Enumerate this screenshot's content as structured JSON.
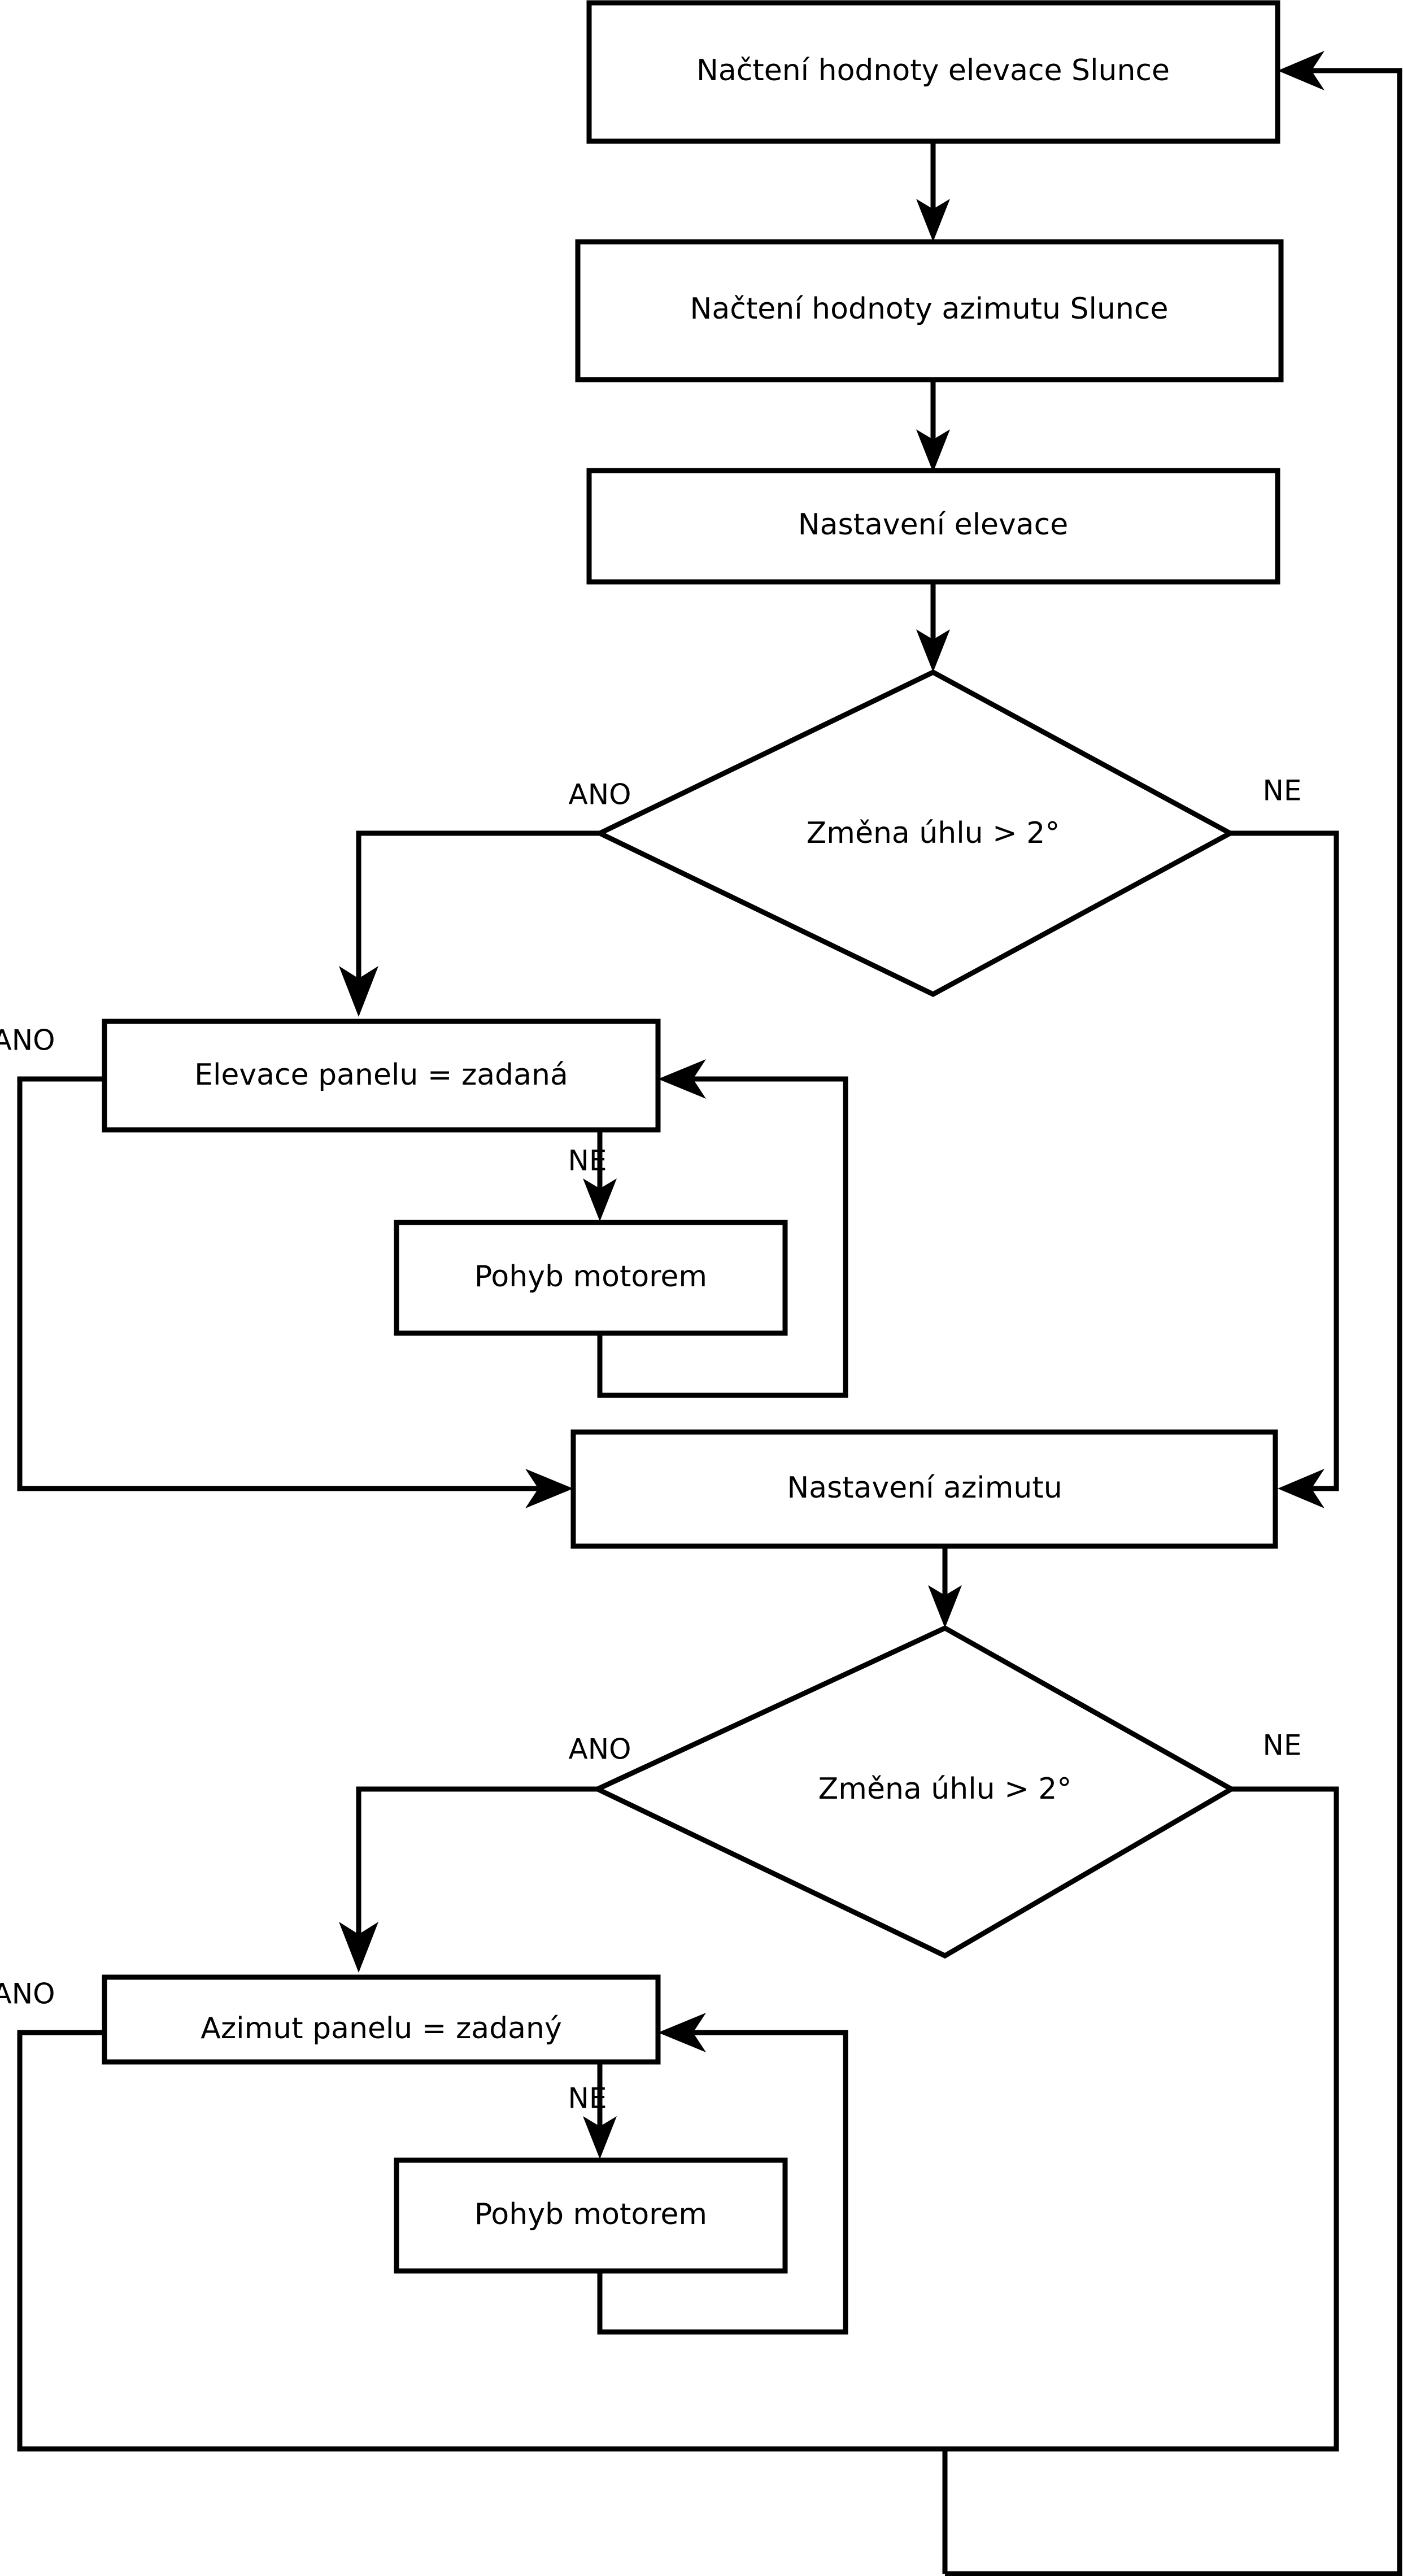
{
  "diagram": {
    "title": "Vyvojovy diagram rizeni solarniho trackeru",
    "language": "cs",
    "background_color": "#ffffff",
    "line_color": "#000000",
    "fill_color": "#ffffff",
    "nodes": {
      "read_elevation": {
        "label": "Načtení hodnoty elevace Slunce",
        "shape": "process"
      },
      "read_azimuth": {
        "label": "Načtení hodnoty azimutu Slunce",
        "shape": "process"
      },
      "set_elevation": {
        "label": "Nastavení elevace",
        "shape": "process"
      },
      "decision_elevation": {
        "label": "Změna úhlu > 2°",
        "shape": "decision"
      },
      "panel_elevation_check": {
        "label": "Elevace panelu = zadaná",
        "shape": "process"
      },
      "motor_move_elevation": {
        "label": "Pohyb motorem",
        "shape": "process"
      },
      "set_azimuth": {
        "label": "Nastavení azimutu",
        "shape": "process"
      },
      "decision_azimuth": {
        "label": "Změna úhlu > 2°",
        "shape": "decision"
      },
      "panel_azimuth_check": {
        "label": "Azimut panelu = zadaný",
        "shape": "process"
      },
      "motor_move_azimuth": {
        "label": "Pohyb motorem",
        "shape": "process"
      }
    },
    "edge_labels": {
      "elev_decision_yes": "ANO",
      "elev_decision_no": "NE",
      "elev_panel_yes": "ANO",
      "elev_panel_no": "NE",
      "azim_decision_yes": "ANO",
      "azim_decision_no": "NE",
      "azim_panel_yes": "ANO",
      "azim_panel_no": "NE"
    }
  }
}
